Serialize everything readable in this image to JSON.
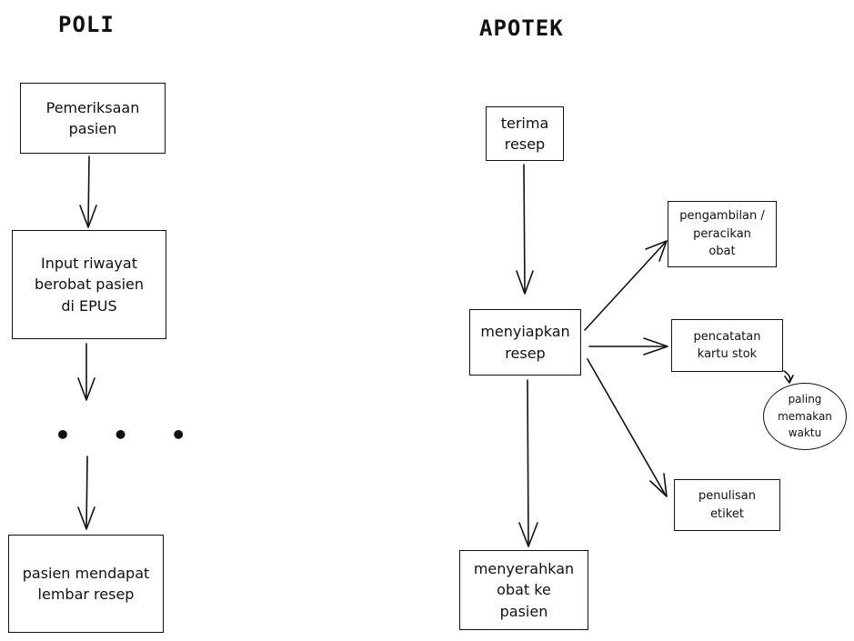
{
  "headings": {
    "poli": "POLI",
    "apotek": "APOTEK"
  },
  "poli": {
    "step1": "Pemeriksaan\npasien",
    "step2": "Input riwayat\nberobat pasien\ndi EPUS",
    "ellipsis": "• • •",
    "step3": "pasien mendapat\nlembar resep"
  },
  "apotek": {
    "terima": "terima\nresep",
    "menyiapkan": "menyiapkan\nresep",
    "pengambilan": "pengambilan /\nperacikan\nobat",
    "pencatatan": "pencatatan\nkartu stok",
    "penulisan": "penulisan\netiket",
    "menyerahkan": "menyerahkan\nobat ke\npasien",
    "note": "paling\nmemakan\nwaktu"
  }
}
